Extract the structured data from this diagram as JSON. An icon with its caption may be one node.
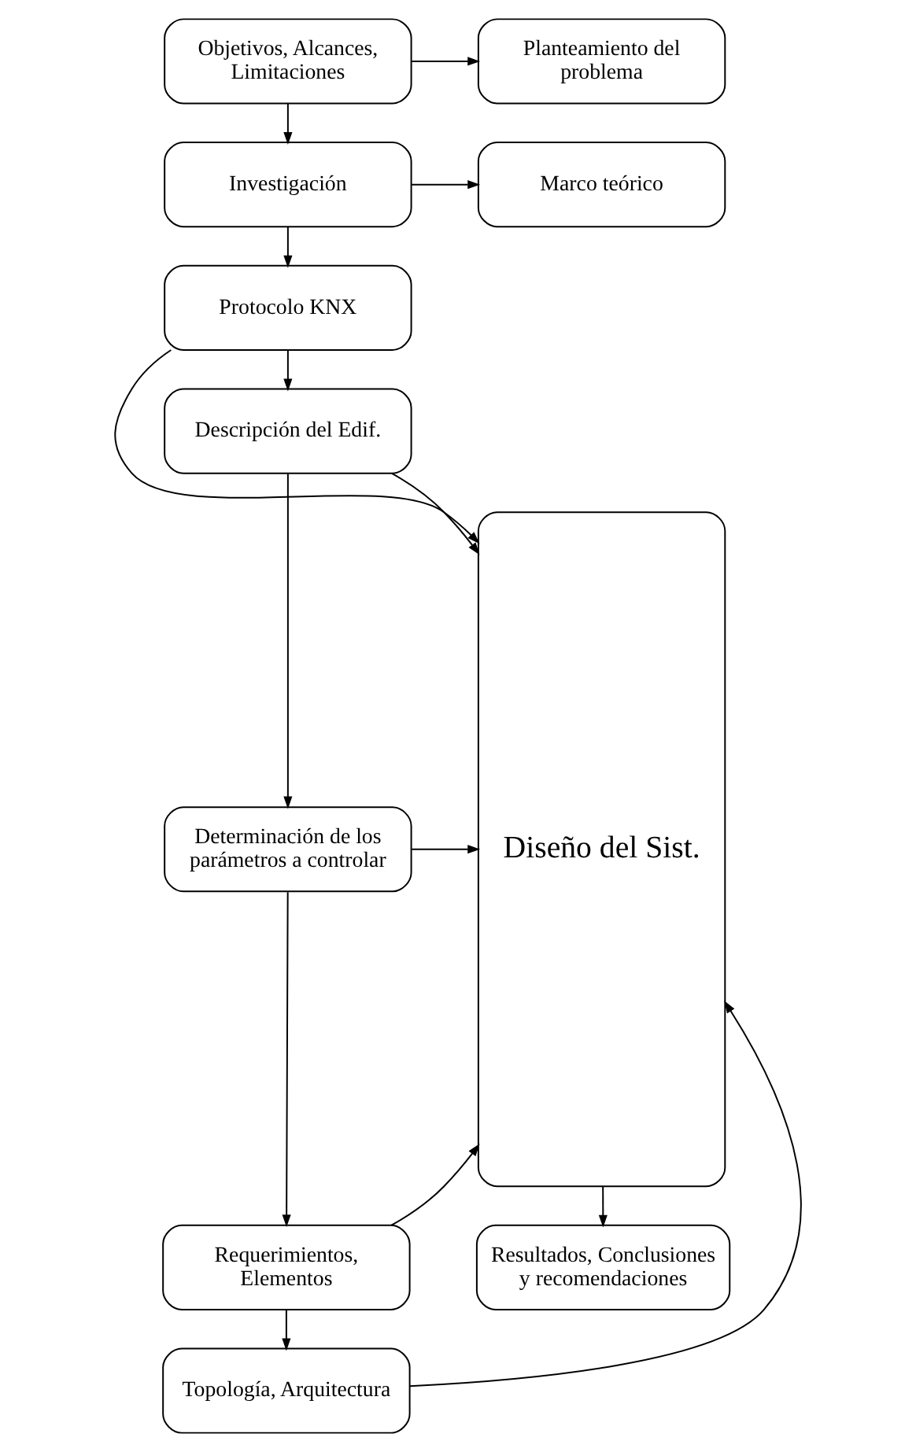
{
  "diagram": {
    "nodes": [
      {
        "text": [
          "Objetivos, Alcances, Limitaciones"
        ]
      },
      {
        "text": [
          "Planteamiento del problema"
        ]
      },
      {
        "text": [
          "Investigación"
        ]
      },
      {
        "text": [
          "Marco teórico"
        ]
      },
      {
        "text": [
          "Protocolo KNX"
        ]
      },
      {
        "text": [
          "Diseño del Sist."
        ]
      },
      {
        "text": [
          "Descripción del Edif."
        ]
      },
      {
        "text": [
          "Determinación de los parámetros a controlar"
        ]
      },
      {
        "text": [
          "Requerimientos, Elementos"
        ]
      },
      {
        "text": [
          "Topología, Arquitectura"
        ]
      },
      {
        "text": [
          "Resultados, Conclusiones y recomendaciones"
        ]
      }
    ],
    "edges": [
      {
        "from": 0,
        "to": 1,
        "arrow": "to"
      },
      {
        "from": 0,
        "to": 2,
        "arrow": "to"
      },
      {
        "from": 2,
        "to": 3,
        "arrow": "to"
      },
      {
        "from": 2,
        "to": 4,
        "arrow": "to"
      },
      {
        "from": 4,
        "to": 5,
        "arrow": "to"
      },
      {
        "from": 4,
        "to": 6,
        "arrow": "to"
      },
      {
        "from": 6,
        "to": 5,
        "arrow": "to"
      },
      {
        "from": 6,
        "to": 7,
        "arrow": "to"
      },
      {
        "from": 7,
        "to": 5,
        "arrow": "to"
      },
      {
        "from": 7,
        "to": 8,
        "arrow": "to"
      },
      {
        "from": 8,
        "to": 5,
        "arrow": "to"
      },
      {
        "from": 8,
        "to": 9,
        "arrow": "to"
      },
      {
        "from": 9,
        "to": 5,
        "arrow": "to"
      },
      {
        "from": 5,
        "to": 10,
        "arrow": "to"
      }
    ]
  }
}
